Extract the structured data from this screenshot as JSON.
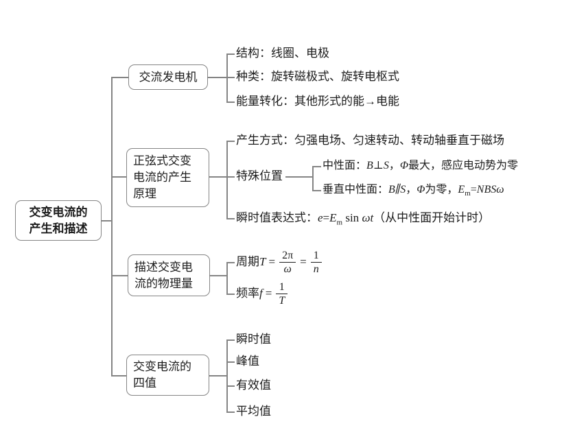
{
  "root": {
    "line1": "交变电流的",
    "line2": "产生和描述"
  },
  "generator": {
    "title": "交流发电机",
    "structure": "结构：线圈、电极",
    "types": "种类：旋转磁极式、旋转电枢式",
    "energy": "能量转化：其他形式的能→电能"
  },
  "principle": {
    "title1": "正弦式交变",
    "title2": "电流的产生",
    "title3": "原理",
    "method": "产生方式：匀强电场、匀速转动、转动轴垂直于磁场",
    "special_label": "特殊位置",
    "neutral": {
      "pre": "中性面：",
      "B": "B",
      "perp": "⊥",
      "S": "S",
      "mid": "，",
      "phi": "Φ",
      "rest": "最大，感应电动势为零"
    },
    "vertical": {
      "pre": "垂直中性面：",
      "B": "B",
      "para": "∥",
      "S": "S",
      "mid": "，",
      "phi": "Φ",
      "rest": "为零，",
      "E": "E",
      "sub": "m",
      "eq": "=",
      "tail": "NBSω"
    },
    "instant": {
      "pre": "瞬时值表达式：",
      "e": "e",
      "eq": "=",
      "E": "E",
      "sub": "m",
      "sin": "sin",
      "wt": "ωt",
      "note": "（从中性面开始计时）"
    }
  },
  "quantities": {
    "title1": "描述交变电",
    "title2": "流的物理量",
    "period": {
      "pre": "周期",
      "T": "T",
      "eq1": "=",
      "num1": "2π",
      "den1": "ω",
      "eq2": "=",
      "num2": "1",
      "den2": "n"
    },
    "frequency": {
      "pre": "频率",
      "f": "f",
      "eq": "=",
      "num": "1",
      "den": "T"
    }
  },
  "values": {
    "title1": "交变电流的",
    "title2": "四值",
    "items": [
      "瞬时值",
      "峰值",
      "有效值",
      "平均值"
    ]
  }
}
